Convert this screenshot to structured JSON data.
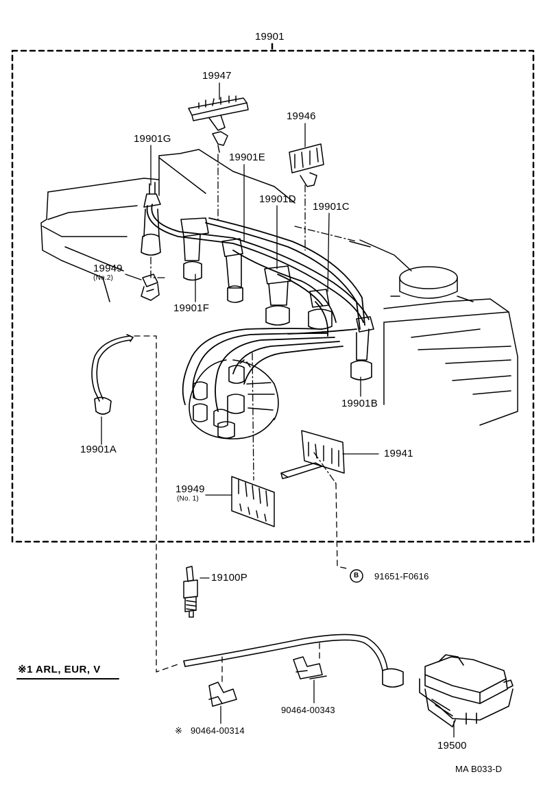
{
  "labels": {
    "assembly": "19901",
    "clamp_19947": "19947",
    "clamp_19946": "19946",
    "cord_g": "19901G",
    "cord_e": "19901E",
    "cord_d": "19901D",
    "cord_c": "19901C",
    "clamp_19949_no2": "19949",
    "clamp_19949_no2_sub": "(No.2)",
    "cord_f": "19901F",
    "cord_a": "19901A",
    "cord_b": "19901B",
    "clamp_19941": "19941",
    "clamp_19949_no1": "19949",
    "clamp_19949_no1_sub": "(No. 1)",
    "spark_plug": "19100P",
    "bolt_marker": "B",
    "bolt": "91651-F0616",
    "note": "※1  ARL, EUR, V",
    "clamp_00343": "90464-00343",
    "clamp_00314_marker": "※",
    "clamp_00314": "90464-00314",
    "ignition_coil": "19500",
    "diagram_code": "MA  B033-D"
  }
}
